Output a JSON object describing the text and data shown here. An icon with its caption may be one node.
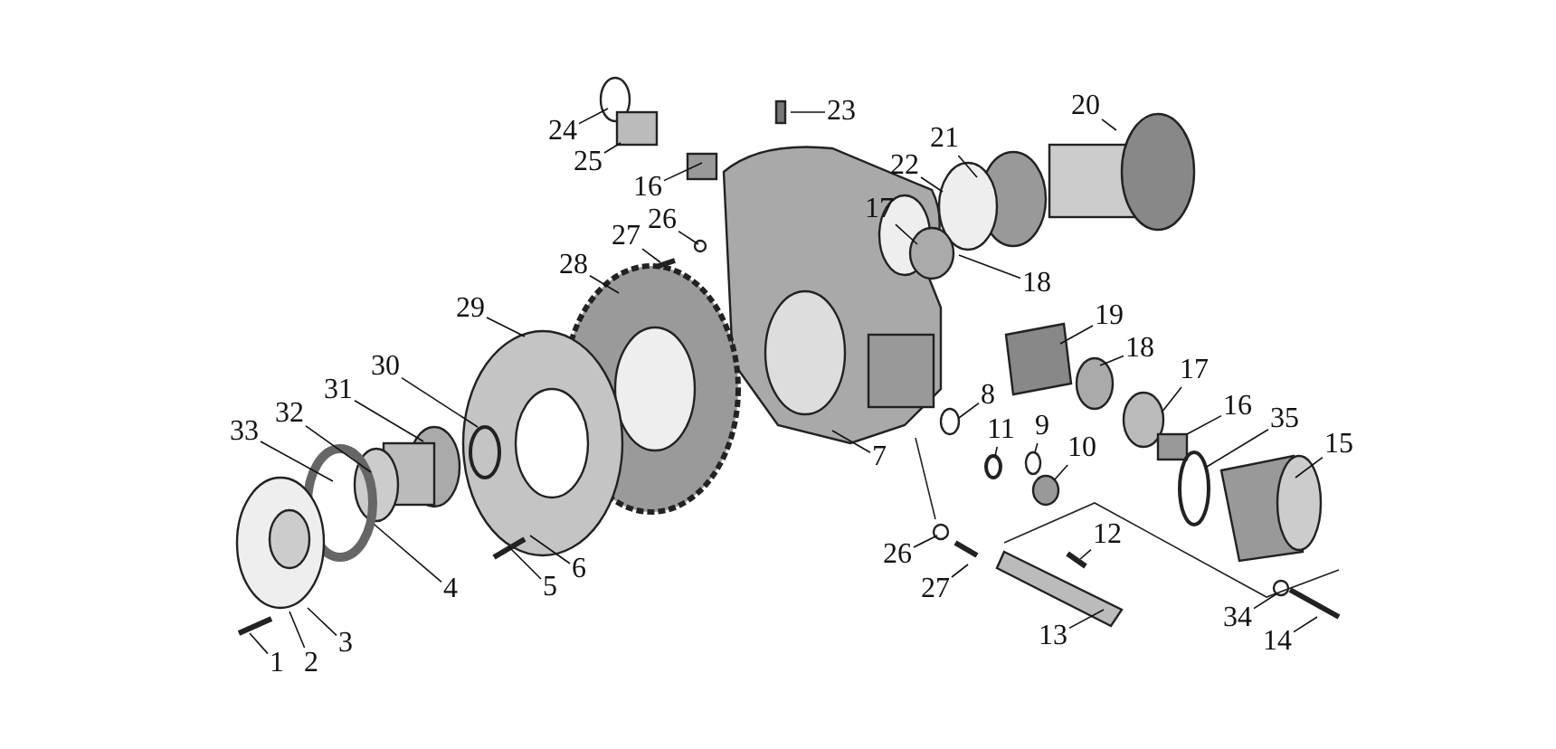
{
  "diagram": {
    "nodes": [
      {
        "text": [
          "1"
        ]
      },
      {
        "text": [
          "2"
        ]
      },
      {
        "text": [
          "3"
        ]
      },
      {
        "text": [
          "4"
        ]
      },
      {
        "text": [
          "5"
        ]
      },
      {
        "text": [
          "6"
        ]
      },
      {
        "text": [
          "7"
        ]
      },
      {
        "text": [
          "8"
        ]
      },
      {
        "text": [
          "9"
        ]
      },
      {
        "text": [
          "10"
        ]
      },
      {
        "text": [
          "11"
        ]
      },
      {
        "text": [
          "12"
        ]
      },
      {
        "text": [
          "13"
        ]
      },
      {
        "text": [
          "14"
        ]
      },
      {
        "text": [
          "15"
        ]
      },
      {
        "text": [
          "16"
        ]
      },
      {
        "text": [
          "16"
        ]
      },
      {
        "text": [
          "17"
        ]
      },
      {
        "text": [
          "17"
        ]
      },
      {
        "text": [
          "18"
        ]
      },
      {
        "text": [
          "18"
        ]
      },
      {
        "text": [
          "19"
        ]
      },
      {
        "text": [
          "20"
        ]
      },
      {
        "text": [
          "21"
        ]
      },
      {
        "text": [
          "22"
        ]
      },
      {
        "text": [
          "23"
        ]
      },
      {
        "text": [
          "24"
        ]
      },
      {
        "text": [
          "25"
        ]
      },
      {
        "text": [
          "26"
        ]
      },
      {
        "text": [
          "26"
        ]
      },
      {
        "text": [
          "27"
        ]
      },
      {
        "text": [
          "27"
        ]
      },
      {
        "text": [
          "28"
        ]
      },
      {
        "text": [
          "29"
        ]
      },
      {
        "text": [
          "30"
        ]
      },
      {
        "text": [
          "31"
        ]
      },
      {
        "text": [
          "32"
        ]
      },
      {
        "text": [
          "33"
        ]
      },
      {
        "text": [
          "34"
        ]
      },
      {
        "text": [
          "35"
        ]
      }
    ],
    "edges": [
      {
        "from": 0,
        "to": null,
        "arrow": "none"
      },
      {
        "from": 1,
        "to": null,
        "arrow": "none"
      },
      {
        "from": 2,
        "to": null,
        "arrow": "none"
      },
      {
        "from": 3,
        "to": null,
        "arrow": "none"
      },
      {
        "from": 4,
        "to": null,
        "arrow": "none"
      },
      {
        "from": 5,
        "to": null,
        "arrow": "none"
      },
      {
        "from": 6,
        "to": null,
        "arrow": "none"
      },
      {
        "from": 7,
        "to": null,
        "arrow": "none"
      },
      {
        "from": 8,
        "to": null,
        "arrow": "none"
      },
      {
        "from": 9,
        "to": null,
        "arrow": "none"
      },
      {
        "from": 10,
        "to": null,
        "arrow": "none"
      },
      {
        "from": 11,
        "to": null,
        "arrow": "none"
      },
      {
        "from": 12,
        "to": null,
        "arrow": "none"
      },
      {
        "from": 13,
        "to": null,
        "arrow": "none"
      },
      {
        "from": 14,
        "to": null,
        "arrow": "none"
      },
      {
        "from": 15,
        "to": null,
        "arrow": "none"
      },
      {
        "from": 16,
        "to": null,
        "arrow": "none"
      },
      {
        "from": 17,
        "to": null,
        "arrow": "none"
      },
      {
        "from": 18,
        "to": null,
        "arrow": "none"
      },
      {
        "from": 19,
        "to": null,
        "arrow": "none"
      },
      {
        "from": 20,
        "to": null,
        "arrow": "none"
      },
      {
        "from": 21,
        "to": null,
        "arrow": "none"
      },
      {
        "from": 22,
        "to": null,
        "arrow": "none"
      },
      {
        "from": 23,
        "to": null,
        "arrow": "none"
      },
      {
        "from": 24,
        "to": null,
        "arrow": "none"
      },
      {
        "from": 25,
        "to": null,
        "arrow": "none"
      },
      {
        "from": 26,
        "to": null,
        "arrow": "none"
      },
      {
        "from": 27,
        "to": null,
        "arrow": "none"
      },
      {
        "from": 28,
        "to": null,
        "arrow": "none"
      },
      {
        "from": 29,
        "to": null,
        "arrow": "none"
      },
      {
        "from": 30,
        "to": null,
        "arrow": "none"
      },
      {
        "from": 31,
        "to": null,
        "arrow": "none"
      },
      {
        "from": 32,
        "to": null,
        "arrow": "none"
      },
      {
        "from": 33,
        "to": null,
        "arrow": "none"
      },
      {
        "from": 34,
        "to": null,
        "arrow": "none"
      },
      {
        "from": 35,
        "to": null,
        "arrow": "none"
      },
      {
        "from": 36,
        "to": null,
        "arrow": "none"
      },
      {
        "from": 37,
        "to": null,
        "arrow": "none"
      },
      {
        "from": 38,
        "to": null,
        "arrow": "none"
      },
      {
        "from": 39,
        "to": null,
        "arrow": "none"
      }
    ]
  }
}
